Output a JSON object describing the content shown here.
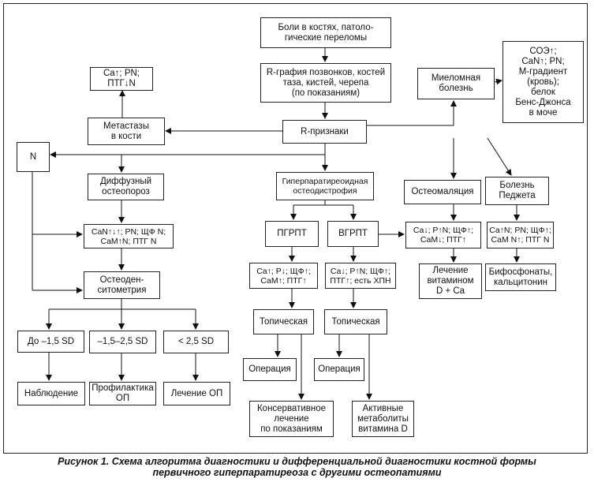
{
  "boxes": {
    "bone_pain": "Боли в костях, патоло-\nгические переломы",
    "rgraphy": "R-графия позвонков, костей\nтаза, кистей, черепа\n(по показаниям)",
    "myeloma": "Миеломная\nболезнь",
    "myeloma_labs": "СОЭ↑;\nCaN↑; PN;\nМ-градиент\n(кровь);\nбелок\nБенс-Джонса\nв моче",
    "ca_pn_ptg": "Ca↑; PN;\nПТГ↓N",
    "metastases": "Метастазы\nв кости",
    "r_signs": "R-признаки",
    "n_box": "N",
    "diffuse_osteoporosis": "Диффузный\nостеопороз",
    "hyperpara_dystrophy": "Гиперпаратиреоидная\nостеодистрофия",
    "osteomalacia": "Остеомаляция",
    "paget": "Болезнь\nПеджета",
    "osteoporosis_labs": "CaN↑↓↑; PN; ЩФ N;\nCaM↑N; ПТГ N",
    "pgrpt": "ПГРПТ",
    "vgrpt": "ВГРПТ",
    "osteomalacia_labs": "Ca↓; P↑N; ЩФ↑;\nCaM↓; ПТГ↑",
    "paget_labs": "Ca↑N; PN; ЩФ↑;\nCaM N↑; ПТГ N",
    "pgrpt_labs": "Ca↑; P↓; ЩФ↑;\nCaM↑; ПТГ↑",
    "vgrpt_labs": "Ca↓; P↑N; ЩФ↑;\nПТГ↑; есть ХПН",
    "osteomalacia_treat": "Лечение\nвитамином\nD + Ca",
    "paget_treat": "Бифосфонаты,\nкальцитонин",
    "densitometry": "Остеоден-\nситометрия",
    "topical_1": "Топическая",
    "topical_2": "Топическая",
    "sd_1": "До –1,5 SD",
    "sd_2": "–1,5–2,5 SD",
    "sd_3": "< 2,5 SD",
    "operation_1": "Операция",
    "operation_2": "Операция",
    "observation": "Наблюдение",
    "prevention": "Профилактика\nОП",
    "op_treatment": "Лечение ОП",
    "conservative": "Консервативное\nлечение\nпо показаниям",
    "active_metabolites": "Активные\nметаболиты\nвитамина D"
  },
  "caption": "Рисунок 1. Схема алгоритма диагностики и дифференциальной диагностики костной формы\nпервичного гиперпаратиреоза с другими остеопатиями"
}
